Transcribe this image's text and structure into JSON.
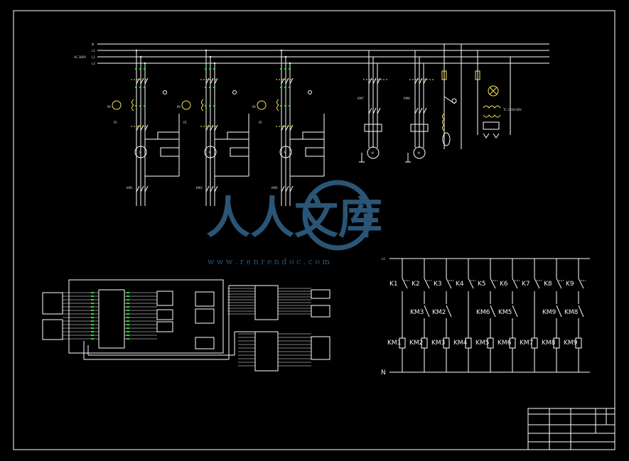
{
  "colors": {
    "background": "#000000",
    "frame": "#ffffff",
    "wire": "#ffffff",
    "component": "#ffe94a",
    "terminal": "#22dd33",
    "watermark": "#2e5d80"
  },
  "supply": {
    "n_label": "N",
    "l1_label": "L1",
    "l2_label": "L2",
    "l3_label": "L3",
    "ac_label": "AC 380V"
  },
  "motor_groups": [
    {
      "motor": "M",
      "fe": "FE",
      "contactor": "KM1",
      "meter": "PA"
    },
    {
      "motor": "M",
      "fe": "FE",
      "contactor": "KM3",
      "meter": "PA"
    },
    {
      "motor": "M",
      "fe": "FE",
      "contactor": "KM5",
      "meter": "PA"
    }
  ],
  "aux_motors": [
    {
      "motor": "M",
      "contactor": "KM7"
    },
    {
      "motor": "M",
      "contactor": "KM8"
    }
  ],
  "transformer_label": "TC  220V/36V",
  "ladder": {
    "phase_label": "L1",
    "neutral_label": "N",
    "buttons": [
      "K1",
      "K2",
      "K3",
      "K4",
      "K5",
      "K6",
      "K7",
      "K8",
      "K9"
    ],
    "interlocks": [
      {
        "label": "KM3",
        "col": 1
      },
      {
        "label": "KM2",
        "col": 2
      },
      {
        "label": "KM6",
        "col": 4
      },
      {
        "label": "KM5",
        "col": 5
      },
      {
        "label": "KM9",
        "col": 7
      },
      {
        "label": "KM8",
        "col": 8
      }
    ],
    "coils": [
      "KM1",
      "KM2",
      "KM3",
      "KM4",
      "KM5",
      "KM6",
      "KM7",
      "KM8",
      "KM9"
    ]
  },
  "watermark": {
    "brand": "人人文库",
    "url": "w w w . r e n r e n d o c . c o m"
  },
  "title_block": {
    "title": "",
    "drawing_no": ""
  }
}
